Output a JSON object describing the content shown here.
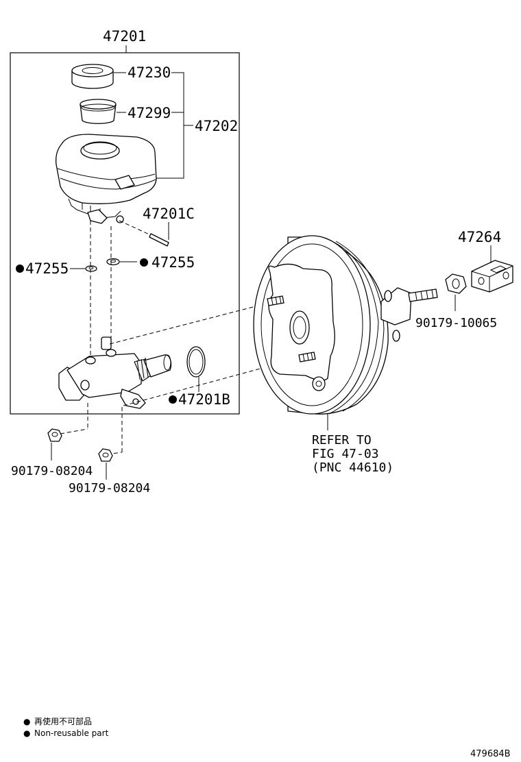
{
  "labels": {
    "assembly": "47201",
    "cap": "47230",
    "strainer": "47299",
    "reservoir": "47202",
    "pin": "47201C",
    "grommet_left": "47255",
    "grommet_right": "47255",
    "gasket": "47201B",
    "clevis": "47264",
    "clevis_nut": "90179-10065",
    "nut_left": "90179-08204",
    "nut_right": "90179-08204"
  },
  "reference_note": {
    "line1": "REFER TO",
    "line2": "FIG 47-03",
    "line3": "(PNC 44610)"
  },
  "legend": {
    "symbol": "●",
    "text_japanese": "再使用不可部品",
    "text_english": "Non-reusable part"
  },
  "figure_id": "479684B"
}
